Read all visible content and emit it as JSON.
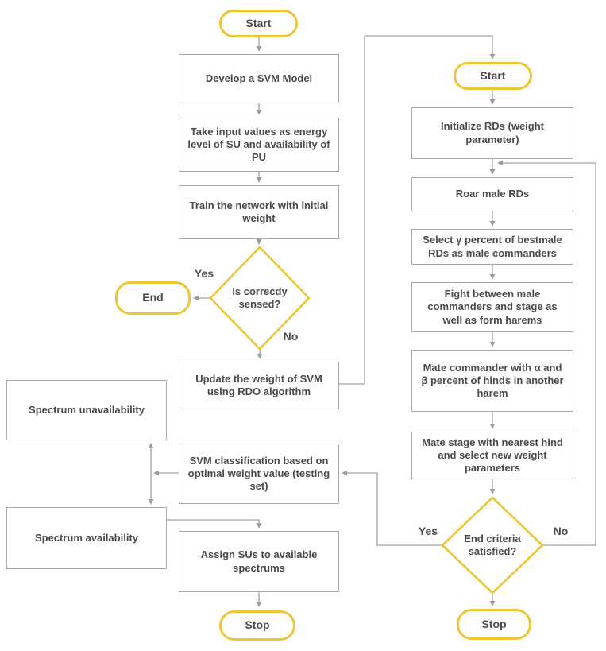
{
  "colors": {
    "accent_yellow": "#F0C437",
    "box_border": "#A8A8A8",
    "arrow": "#B3B3B3",
    "arrow_head": "#9C9C9C",
    "text": "#4B4B4B"
  },
  "left": {
    "start": "Start",
    "develop": "Develop a SVM Model",
    "take_input": "Take input values as energy level of SU and availability of PU",
    "train": "Train the network with initial weight",
    "decision": "Is correcdy sensed?",
    "yes_label": "Yes",
    "no_label": "No",
    "end": "End",
    "update": "Update the weight of SVM using RDO algorithm",
    "spectrum_unavailability": "Spectrum unavailability",
    "svm_classification": "SVM classification based on optimal weight value (testing set)",
    "spectrum_availability": "Spectrum availability",
    "assign": "Assign SUs to available spectrums",
    "stop": "Stop"
  },
  "right": {
    "start": "Start",
    "initialize": "Initialize RDs (weight parameter)",
    "roar": "Roar male RDs",
    "select": "Select γ percent of bestmale RDs as male commanders",
    "fight": "Fight between male commanders and stage as well as form harems",
    "mate_commander": "Mate commander with α and β percent of hinds in another harem",
    "mate_stage": "Mate stage with nearest hind and select new weight parameters",
    "decision": "End criteria satisfied?",
    "yes_label": "Yes",
    "no_label": "No",
    "stop": "Stop"
  }
}
